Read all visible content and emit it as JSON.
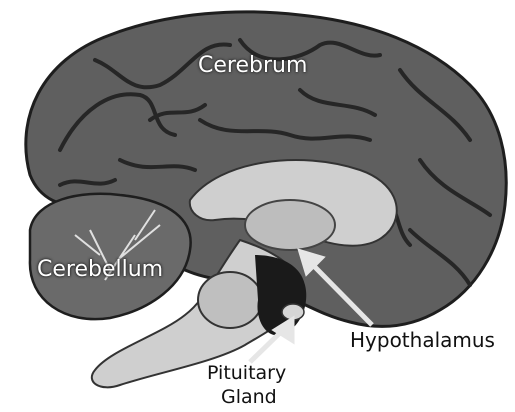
{
  "diagram": {
    "labels": {
      "cerebrum": "Cerebrum",
      "cerebellum": "Cerebellum",
      "hypothalamus": "Hypothalamus",
      "pituitary_line1": "Pituitary",
      "pituitary_line2": "Gland"
    },
    "colors": {
      "cortex": "#5f5f5f",
      "sulcus": "#262626",
      "inner": "#bdbdbd",
      "white_matter": "#cfcfcf",
      "arrow": "#e6e6e6",
      "text_dark": "#111111",
      "text_light": "#ffffff"
    }
  }
}
